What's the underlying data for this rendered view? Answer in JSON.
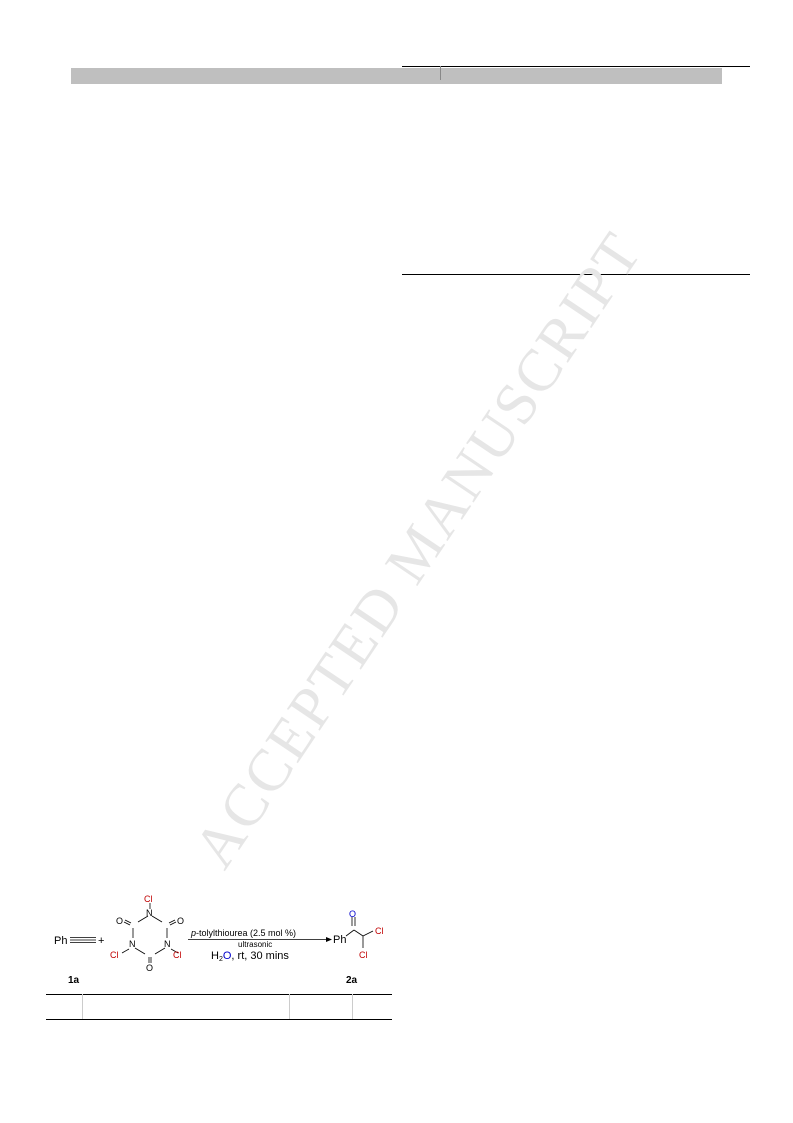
{
  "watermark": "ACCEPTED MANUSCRIPT",
  "scheme": {
    "reactant_ph": "Ph",
    "plus": "+",
    "tcca_atoms": {
      "cl_top": "Cl",
      "cl_left": "Cl",
      "cl_right": "Cl",
      "n_top": "N",
      "n_left": "N",
      "n_right": "N",
      "o_left": "O",
      "o_right": "O",
      "o_bottom": "O"
    },
    "reagent_line1": "p-tolylthiourea (2.5 mol %)",
    "reagent_line2": "ultrasonic",
    "conditions_h2": "H",
    "conditions_sub": "2",
    "conditions_o": "O",
    "conditions_rest": ", rt, 30 mins",
    "product_ph": "Ph",
    "product_o": "O",
    "product_cl1": "Cl",
    "product_cl2": "Cl",
    "label_start": "1a",
    "label_product": "2a"
  },
  "colors": {
    "chlorine": "#c00000",
    "oxygen_product": "#0000cc",
    "header_bar": "#bfbfbf"
  }
}
